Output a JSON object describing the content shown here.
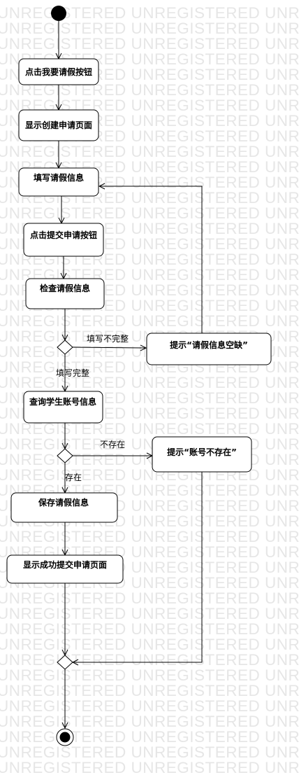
{
  "watermark": {
    "text": "UNREGISTERED UNREGISTERED UNREGISTERED"
  },
  "diagram": {
    "actions": [
      {
        "id": "click-request-leave",
        "label": "点击我要请假按钮"
      },
      {
        "id": "show-create-page",
        "label": "显示创建申请页面"
      },
      {
        "id": "fill-leave-info",
        "label": "填写请假信息"
      },
      {
        "id": "click-submit",
        "label": "点击提交申请按钮"
      },
      {
        "id": "check-leave-info",
        "label": "检查请假信息"
      },
      {
        "id": "prompt-info-empty",
        "label": "提示“请假信息空缺”"
      },
      {
        "id": "query-student-account",
        "label": "查询学生账号信息"
      },
      {
        "id": "prompt-account-missing",
        "label": "提示“账号不存在”"
      },
      {
        "id": "save-leave-info",
        "label": "保存请假信息"
      },
      {
        "id": "show-success-page",
        "label": "显示成功提交申请页面"
      }
    ],
    "guards": {
      "incomplete": "填写不完整",
      "complete": "填写完整",
      "not_exist": "不存在",
      "exist": "存在"
    }
  }
}
